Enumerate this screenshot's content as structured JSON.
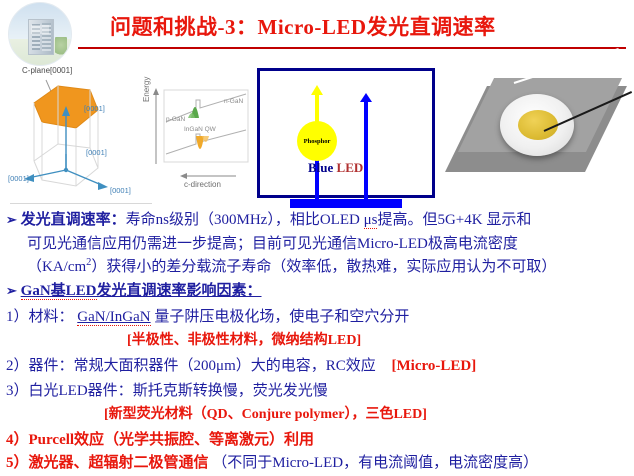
{
  "slide": {
    "title": "问题和挑战-3：Micro-LED发光直调速率",
    "title_color": "#e8170c",
    "rule_color": "#c00000",
    "logo_name": "university-building-logo"
  },
  "figures": {
    "crystal": {
      "caption": "C-plane[0001]",
      "labels": [
        "[0001]",
        "[0001]",
        "[0001]",
        "[0001]"
      ]
    },
    "band_diagram": {
      "y_axis": "Energy",
      "x_axis": "c-direction",
      "left_region": "p-GaN",
      "right_region": "n-GaN",
      "well_label": "InGaN QW"
    },
    "phosphor_led": {
      "phosphor_label": "Phosphor",
      "source_label_blue": "Blue",
      "source_label_red": "LED",
      "border_color": "#00008b",
      "phosphor_color": "#ffff00",
      "beam_color": "#0000ff"
    },
    "led_photo": {
      "alt_name": "white-led-package-photo"
    }
  },
  "body": {
    "bullet1": {
      "marker": "➢",
      "heading": "发光直调速率：",
      "line1_a": "寿命ns级别（300MHz），相比OLED ",
      "line1_us": "μs",
      "line1_b": "提高。但5G+4K 显示和",
      "line2": "可见光通信应用仍需进一步提高；目前可见光通信Micro-LED极高电流密度",
      "line3_a": "（KA/cm",
      "line3_sup": "2",
      "line3_b": "）获得小的差分载流子寿命（效率低，散热难，实际应用认为不可取）"
    },
    "bullet2": {
      "marker": "➢",
      "heading_underlined": "GaN基LED",
      "heading_rest": "发光直调速率影响因素："
    },
    "items": [
      {
        "num": "1）",
        "label": "材料：",
        "underlined": "GaN/InGaN",
        "text": "量子阱压电极化场，使电子和空穴分开",
        "sub_red": "[半极性、非极性材料，微纳结构LED]"
      },
      {
        "num": "2）",
        "label": "器件：",
        "text": "常规大面积器件（200μm）大的电容，RC效应",
        "tag_red": "[Micro-LED]"
      },
      {
        "num": "3）",
        "label": "白光LED器件：",
        "text": "斯托克斯转换慢，荧光发光慢",
        "sub_red": "[新型荧光材料（QD、Conjure polymer），三色LED]"
      },
      {
        "num": "4）",
        "text_red": "Purcell效应（光学共振腔、等离激元）利用"
      },
      {
        "num": "5）",
        "text_red": "激光器、超辐射二极管通信",
        "text_blue": "（不同于Micro-LED，有电流阈值，电流密度高）"
      }
    ]
  }
}
